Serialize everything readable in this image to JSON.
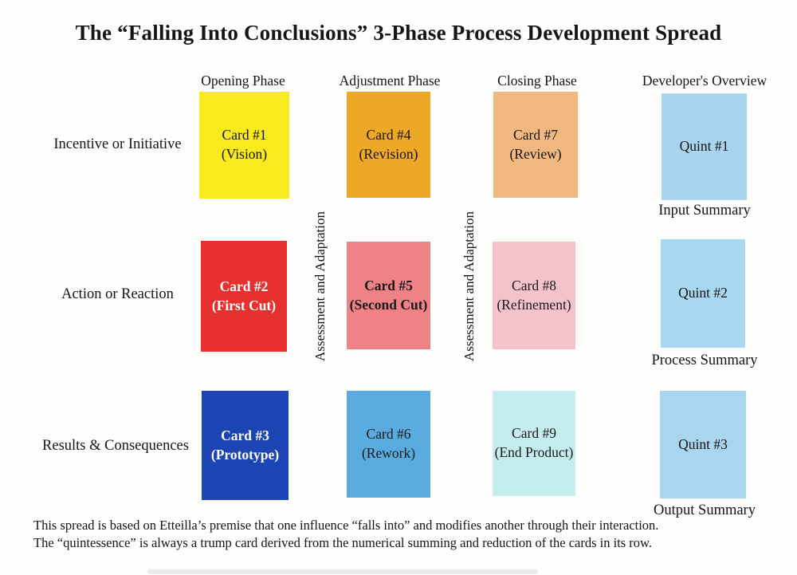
{
  "title": "The “Falling Into Conclusions” 3-Phase Process Development Spread",
  "column_headers": [
    "Opening Phase",
    "Adjustment Phase",
    "Closing Phase",
    "Developer's Overview"
  ],
  "vertical_labels": {
    "left": "Assessment and Adaptation",
    "right": "Assessment and Adaptation"
  },
  "grid": {
    "rows": [
      {
        "label": "Incentive or Initiative",
        "cards": [
          {
            "name": "Card #1",
            "subtitle": "(Vision)",
            "bg": "#f7eb20",
            "fg": "#151515"
          },
          {
            "name": "Card #4",
            "subtitle": "(Revision)",
            "bg": "#eea827",
            "fg": "#151515"
          },
          {
            "name": "Card #7",
            "subtitle": "(Review)",
            "bg": "#f1b981",
            "fg": "#151515"
          }
        ],
        "quint": {
          "name": "Quint #1",
          "bg": "#a9d4ef",
          "fg": "#151515",
          "summary": "Input Summary"
        }
      },
      {
        "label": "Action or Reaction",
        "cards": [
          {
            "name": "Card #2",
            "subtitle": "(First Cut)",
            "bg": "#e6302e",
            "fg": "#ffffff"
          },
          {
            "name": "Card #5",
            "subtitle": "(Second Cut)",
            "bg": "#ee8287",
            "fg": "#1a1a1a"
          },
          {
            "name": "Card #8",
            "subtitle": "(Refinement)",
            "bg": "#f3c2ca",
            "fg": "#1a1a1a"
          }
        ],
        "quint": {
          "name": "Quint #2",
          "bg": "#a9d6f0",
          "fg": "#151515",
          "summary": "Process Summary"
        }
      },
      {
        "label": "Results & Consequences",
        "cards": [
          {
            "name": "Card #3",
            "subtitle": "(Prototype)",
            "bg": "#1c44b2",
            "fg": "#ffffff"
          },
          {
            "name": "Card #6",
            "subtitle": "(Rework)",
            "bg": "#5aabdf",
            "fg": "#1a1a1a"
          },
          {
            "name": "Card #9",
            "subtitle": "(End Product)",
            "bg": "#c5ecef",
            "fg": "#1a1a1a"
          }
        ],
        "quint": {
          "name": "Quint #3",
          "bg": "#aad5ef",
          "fg": "#151515",
          "summary": "Output Summary"
        }
      }
    ]
  },
  "footer": {
    "line1": "This spread is based on Etteilla’s premise that one influence “falls into” and modifies another through their interaction.",
    "line2": "The “quintessence” is always a trump card derived from the numerical summing and reduction of the cards in its row."
  }
}
